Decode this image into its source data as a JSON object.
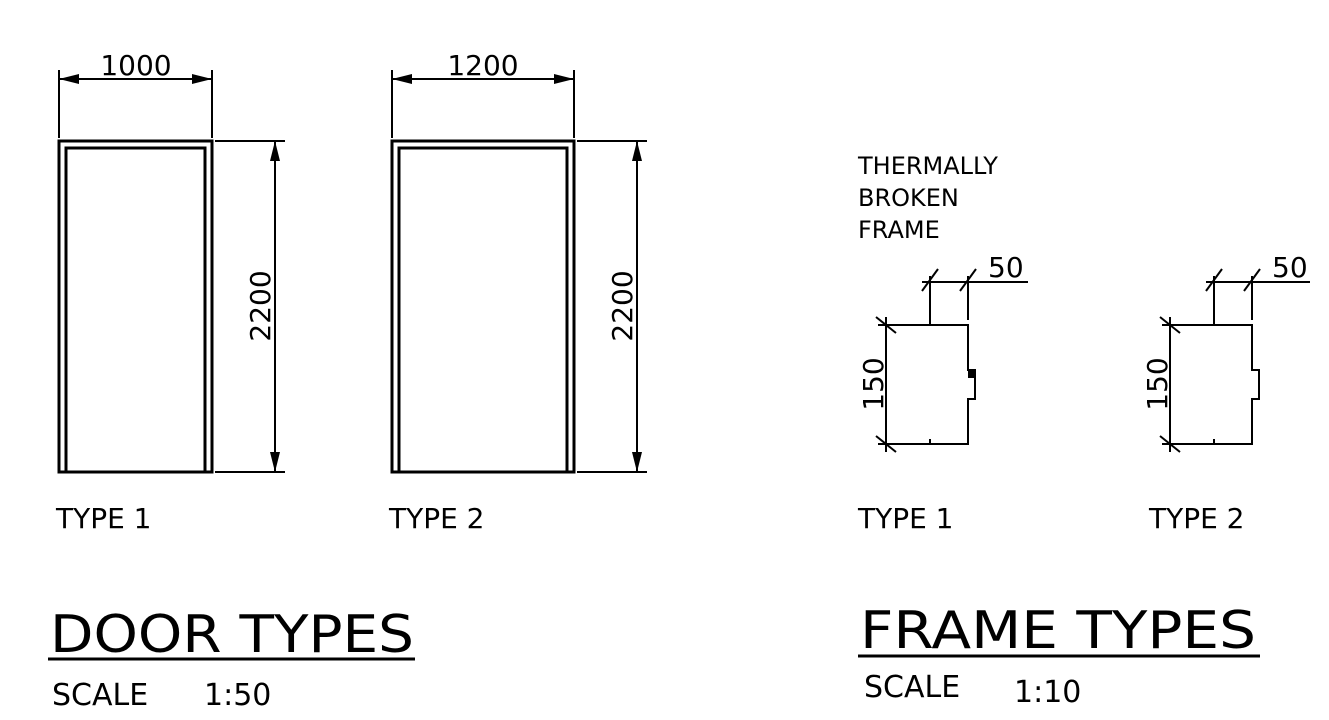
{
  "door_types": {
    "type1": {
      "width_label": "1000",
      "height_label": "2200",
      "caption": "TYPE 1"
    },
    "type2": {
      "width_label": "1200",
      "height_label": "2200",
      "caption": "TYPE 2"
    },
    "title": "DOOR TYPES",
    "scale_label": "SCALE",
    "scale_value": "1:50"
  },
  "frame_types": {
    "note_lines": [
      "THERMALLY",
      "BROKEN",
      "FRAME"
    ],
    "type1": {
      "depth_label": "50",
      "height_label": "150",
      "caption": "TYPE 1"
    },
    "type2": {
      "depth_label": "50",
      "height_label": "150",
      "caption": "TYPE 2"
    },
    "title": "FRAME TYPES",
    "scale_label": "SCALE",
    "scale_value": "1:10"
  },
  "colors": {
    "line": "#000000",
    "background": "#ffffff"
  }
}
